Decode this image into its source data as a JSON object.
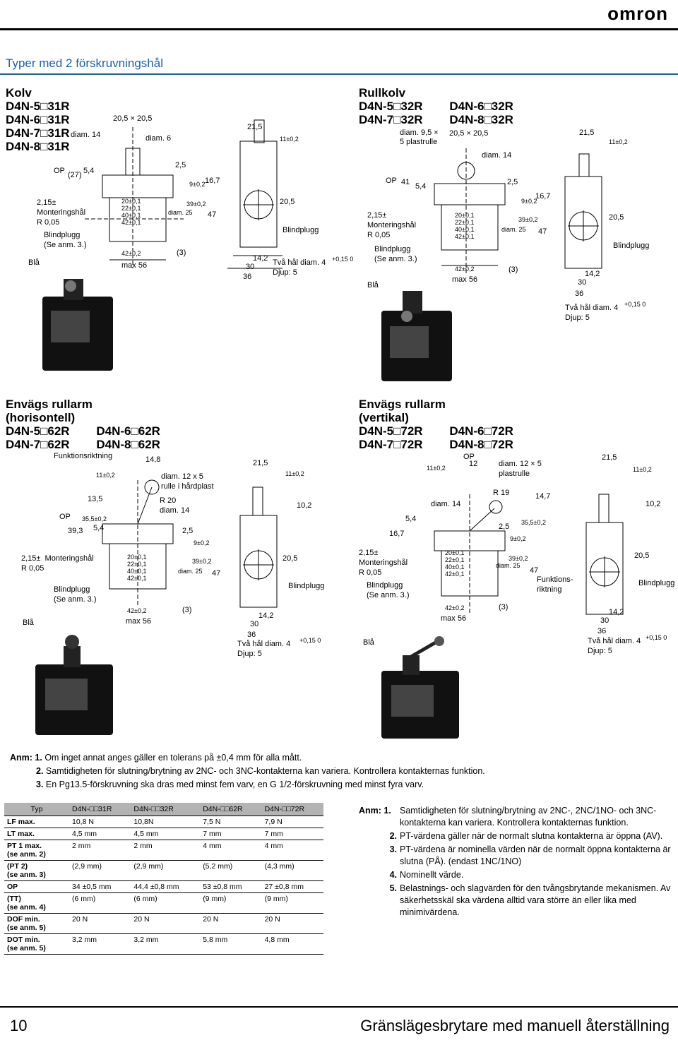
{
  "header": {
    "logo": "omron",
    "section_title": "Typer med 2 förskruvningshål"
  },
  "blocks": [
    {
      "title": "Kolv\nD4N-5□31R\nD4N-6□31R\nD4N-7□31R\nD4N-8□31R",
      "labels": {
        "op": "OP",
        "op_val": "(27)",
        "op_val2": "5,4",
        "mount": "2,15±\nMonteringshål\nR 0,05",
        "plug": "Blindplugg\n(Se anm. 3.)",
        "bla": "Blå",
        "d14": "diam. 14",
        "d6": "diam. 6",
        "d25": "diam. 25",
        "w205": "20,5 × 20,5",
        "t20": "20±0,1",
        "t22": "22±0,1",
        "t40": "40±0,1",
        "t42": "42±0,1",
        "b42": "42±0,2",
        "max56": "max 56",
        "n3": "(3)",
        "s25": "2,5",
        "s9": "9±0,2",
        "s167": "16,7",
        "s39": "39±0,2",
        "s47": "47",
        "r215": "21,5",
        "r11": "11±0,2",
        "r205": "20,5",
        "rbl": "Blindplugg",
        "r142": "14,2",
        "r30": "30",
        "r36": "36",
        "holes": "Två hål diam. 4",
        "holes_tol": "+0,15 0",
        "depth": "Djup: 5"
      }
    },
    {
      "title": "Rullkolv\nD4N-5□32R        D4N-6□32R\nD4N-7□32R        D4N-8□32R",
      "labels": {
        "d95": "diam. 9,5 ×\n5 plastrulle",
        "w205": "20,5 × 20,5",
        "d14": "diam. 14",
        "op": "OP",
        "op_val": "41",
        "op_val2": "5,4",
        "mount": "2,15±\nMonteringshål\nR 0,05",
        "plug": "Blindplugg\n(Se anm. 3.)",
        "bla": "Blå",
        "t20": "20±0,1",
        "t22": "22±0,1",
        "t40": "40±0,1",
        "t42": "42±0,1",
        "b42": "42±0,2",
        "max56": "max 56",
        "n3": "(3)",
        "d25": "diam. 25",
        "s25": "2,5",
        "s9": "9±0,2",
        "s167": "16,7",
        "s39": "39±0,2",
        "s47": "47",
        "r215": "21,5",
        "r11": "11±0,2",
        "r205": "20,5",
        "rbl": "Blindplugg",
        "r142": "14,2",
        "r30": "30",
        "r36": "36",
        "holes": "Två hål diam. 4",
        "holes_tol": "+0,15 0",
        "depth": "Djup: 5"
      }
    },
    {
      "title": "Envägs rullarm\n(horisontell)\nD4N-5□62R        D4N-6□62R\nD4N-7□62R        D4N-8□62R",
      "labels": {
        "func": "Funktionsriktning",
        "s148": "14,8",
        "s11": "11±0,2",
        "d12": "diam. 12 x 5\nrulle i hårdplast",
        "r20": "R 20",
        "d14": "diam. 14",
        "op": "OP",
        "s135": "13,5",
        "s355": "35,5±0,2",
        "s393": "39,3",
        "s54": "5,4",
        "mount": "2,15±  Monteringshål\nR 0,05",
        "plug": "Blindplugg\n(Se anm. 3.)",
        "bla": "Blå",
        "t20": "20±0,1",
        "t22": "22±0,1",
        "t40": "40±0,1",
        "t42": "42±0,1",
        "b42": "42±0,2",
        "max56": "max 56",
        "n3": "(3)",
        "d25": "diam. 25",
        "s25": "2,5",
        "s9": "9±0,2",
        "s39": "39±0,2",
        "s47": "47",
        "r215": "21,5",
        "r11": "11±0,2",
        "r102": "10,2",
        "r205": "20,5",
        "rbl": "Blindplugg",
        "r142": "14,2",
        "r30": "30",
        "r36": "36",
        "holes": "Två hål diam. 4",
        "holes_tol": "+0,15 0",
        "depth": "Djup: 5"
      }
    },
    {
      "title": "Envägs rullarm\n(vertikal)\nD4N-5□72R        D4N-6□72R\nD4N-7□72R        D4N-8□72R",
      "labels": {
        "op": "OP",
        "op_val": "12",
        "s11": "11±0,2",
        "d12": "diam. 12 × 5\nplastrulle",
        "r19": "R 19",
        "s147": "14,7",
        "d14": "diam. 14",
        "s54": "5,4",
        "s167": "16,7",
        "s355": "35,5±0,2",
        "mount": "2,15±\nMonteringshål\nR 0,05",
        "plug": "Blindplugg\n(Se anm. 3.)",
        "bla": "Blå",
        "t20": "20±0,1",
        "t22": "22±0,1",
        "t40": "40±0,1",
        "t42": "42±0,1",
        "b42": "42±0,2",
        "max56": "max 56",
        "n3": "(3)",
        "d25": "diam. 25",
        "s25": "2,5",
        "s9": "9±0,2",
        "s39": "39±0,2",
        "s47": "47",
        "func": "Funktions-\nriktning",
        "r215": "21,5",
        "r11": "11±0,2",
        "r102": "10,2",
        "r205": "20,5",
        "rbl": "Blindplugg",
        "r142": "14,2",
        "r30": "30",
        "r36": "36",
        "holes": "Två hål diam. 4",
        "holes_tol": "+0,15 0",
        "depth": "Djup: 5"
      }
    }
  ],
  "notes_top": [
    {
      "num": "Anm: 1.",
      "text": "Om inget annat anges gäller en tolerans på ±0,4 mm för alla mått."
    },
    {
      "num": "2.",
      "text": "Samtidigheten för slutning/brytning av 2NC- och 3NC-kontakterna kan variera. Kontrollera kontakternas funktion."
    },
    {
      "num": "3.",
      "text": "En Pg13.5-förskruvning ska dras med minst fem varv, en G 1/2-förskruvning med minst fyra varv."
    }
  ],
  "table": {
    "headers": [
      "Typ",
      "D4N-□□31R",
      "D4N-□□32R",
      "D4N-□□62R",
      "D4N-□□72R"
    ],
    "rows": [
      {
        "label": "LF max.",
        "vals": [
          "10,8 N",
          "10,8N",
          "7,5 N",
          "7,9 N"
        ]
      },
      {
        "label": "LT max.",
        "vals": [
          "4,5 mm",
          "4,5 mm",
          "7 mm",
          "7 mm"
        ]
      },
      {
        "label": "PT 1 max.\n(se anm. 2)",
        "vals": [
          "2 mm",
          "2 mm",
          "4 mm",
          "4 mm"
        ]
      },
      {
        "label": "(PT 2)\n(se anm. 3)",
        "vals": [
          "(2,9 mm)",
          "(2,9 mm)",
          "(5,2 mm)",
          "(4,3 mm)"
        ]
      },
      {
        "label": "OP",
        "vals": [
          "34 ±0,5 mm",
          "44,4 ±0,8 mm",
          "53 ±0,8 mm",
          "27 ±0,8 mm"
        ]
      },
      {
        "label": "(TT)\n(se anm. 4)",
        "vals": [
          "(6 mm)",
          "(6 mm)",
          "(9 mm)",
          "(9 mm)"
        ]
      },
      {
        "label": "DOF min.\n(se anm. 5)",
        "vals": [
          "20 N",
          "20 N",
          "20 N",
          "20 N"
        ]
      },
      {
        "label": "DOT min.\n(se anm. 5)",
        "vals": [
          "3,2 mm",
          "3,2 mm",
          "5,8 mm",
          "4,8 mm"
        ]
      }
    ]
  },
  "notes_right": [
    {
      "num": "Anm: 1.",
      "text": "Samtidigheten för slutning/brytning av 2NC-, 2NC/1NO- och 3NC-kontakterna kan variera. Kontrollera kontakternas funktion."
    },
    {
      "num": "2.",
      "text": "PT-värdena gäller när de normalt slutna kontakterna är öppna (AV)."
    },
    {
      "num": "3.",
      "text": "PT-värdena är nominella värden när de normalt öppna kontakterna är slutna (PÅ). (endast 1NC/1NO)"
    },
    {
      "num": "4.",
      "text": "Nominellt värde."
    },
    {
      "num": "5.",
      "text": "Belastnings- och slagvärden för den tvångsbrytande mekanismen. Av säkerhetsskäl ska värdena alltid vara större än eller lika med minimivärdena."
    }
  ],
  "footer": {
    "page_number": "10",
    "title": "Gränslägesbrytare med manuell återställning"
  }
}
